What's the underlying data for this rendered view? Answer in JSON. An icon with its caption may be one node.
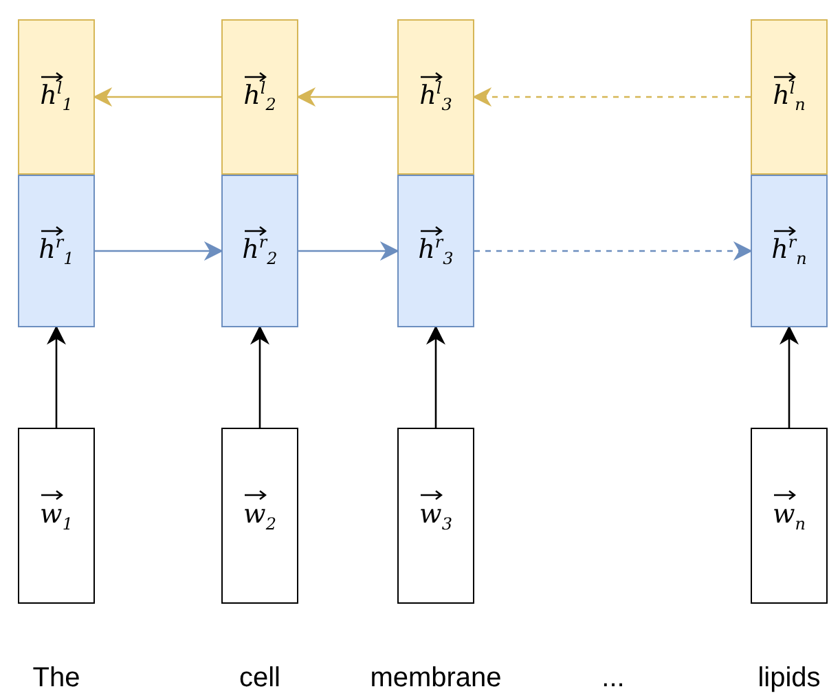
{
  "diagram": {
    "nodes": [
      {
        "text": [
          "h$^{l}$$_{1}$"
        ]
      },
      {
        "text": [
          "h$^{l}$$_{2}$"
        ]
      },
      {
        "text": [
          "h$^{l}$$_{3}$"
        ]
      },
      {
        "text": [
          "h$^{l}$$_{n}$"
        ]
      },
      {
        "text": [
          "h$^{r}$$_{1}$"
        ]
      },
      {
        "text": [
          "h$^{r}$$_{2}$"
        ]
      },
      {
        "text": [
          "h$^{r}$$_{3}$"
        ]
      },
      {
        "text": [
          "h$^{r}$$_{n}$"
        ]
      },
      {
        "text": [
          "w$_{1}$"
        ]
      },
      {
        "text": [
          "w$_{2}$"
        ]
      },
      {
        "text": [
          "w$_{3}$"
        ]
      },
      {
        "text": [
          "w$_{n}$"
        ]
      }
    ],
    "edges": [
      {
        "from": 1,
        "to": 0,
        "arrow": "to",
        "color": "#d6b656"
      },
      {
        "from": 2,
        "to": 1,
        "arrow": "to",
        "color": "#d6b656"
      },
      {
        "from": 3,
        "to": 2,
        "arrow": "to",
        "style": "dashed",
        "color": "#d6b656"
      },
      {
        "from": 4,
        "to": 5,
        "arrow": "to",
        "color": "#6c8ebf"
      },
      {
        "from": 5,
        "to": 6,
        "arrow": "to",
        "color": "#6c8ebf"
      },
      {
        "from": 6,
        "to": 7,
        "arrow": "to",
        "style": "dashed",
        "color": "#6c8ebf"
      },
      {
        "from": 8,
        "to": 4,
        "arrow": "to"
      },
      {
        "from": 9,
        "to": 5,
        "arrow": "to"
      },
      {
        "from": 10,
        "to": 6,
        "arrow": "to"
      },
      {
        "from": 11,
        "to": 7,
        "arrow": "to"
      }
    ],
    "labels": [
      "The",
      "cell",
      "membrane",
      "...",
      "lipids"
    ]
  }
}
